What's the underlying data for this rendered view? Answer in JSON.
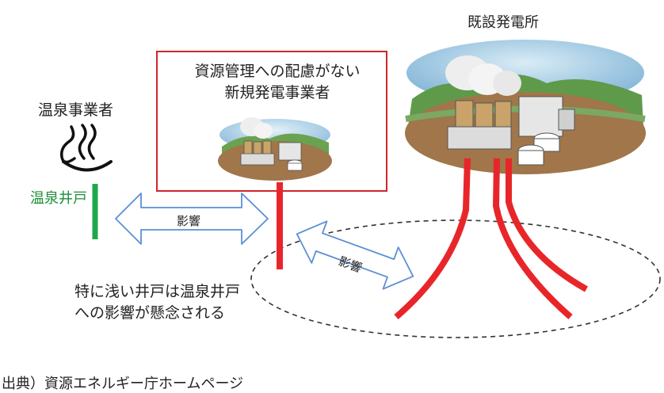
{
  "labels": {
    "existing_plant": "既設発電所",
    "hot_spring_operator": "温泉事業者",
    "hot_spring_well": "温泉井戸",
    "new_operator_line1": "資源管理への配慮がない",
    "new_operator_line2": "新規発電事業者",
    "influence_left": "影響",
    "influence_right": "影響",
    "shallow_note_line1": "特に浅い井戸は温泉井戸",
    "shallow_note_line2": "への影響が懸念される",
    "source": "出典）資源エネルギー庁ホームページ"
  },
  "icons": [
    "hot-spring-icon",
    "power-plant-illustration"
  ],
  "colors": {
    "well_red": "#e8262a",
    "well_green": "#1fa84a",
    "box_border": "#d0262a",
    "arrow_stroke": "#5b8fd6",
    "earth": "#a0764a",
    "sky": "#7fb3d6",
    "label_green": "#1f8f3a"
  }
}
